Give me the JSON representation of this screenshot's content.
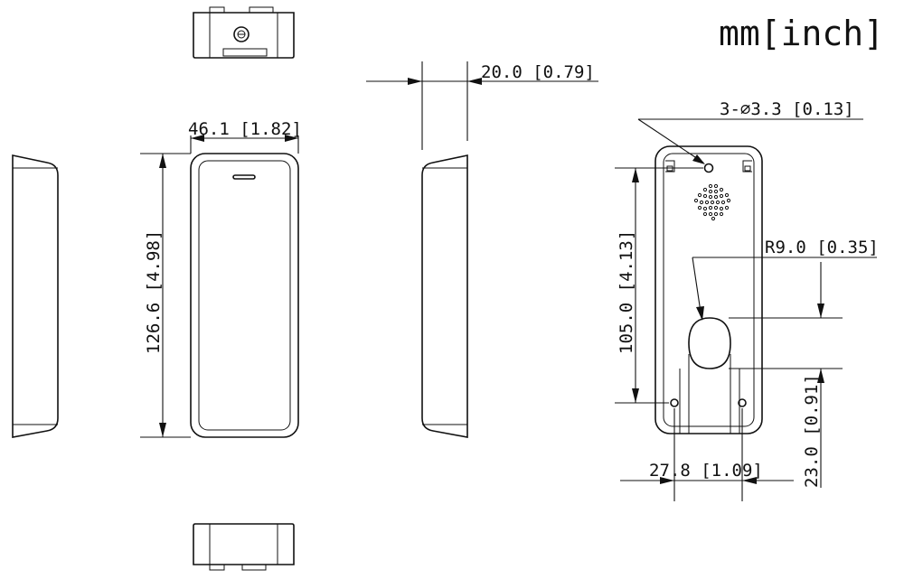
{
  "units_label": "mm[inch]",
  "dimensions": {
    "width": "46.1 [1.82]",
    "height": "126.6 [4.98]",
    "depth": "20.0 [0.79]",
    "holes": "3-∅3.3 [0.13]",
    "radius": "R9.0 [0.35]",
    "hole_pitch_v": "105.0 [4.13]",
    "bottom_offset": "23.0 [0.91]",
    "hole_pitch_h": "27.8 [1.09]"
  }
}
